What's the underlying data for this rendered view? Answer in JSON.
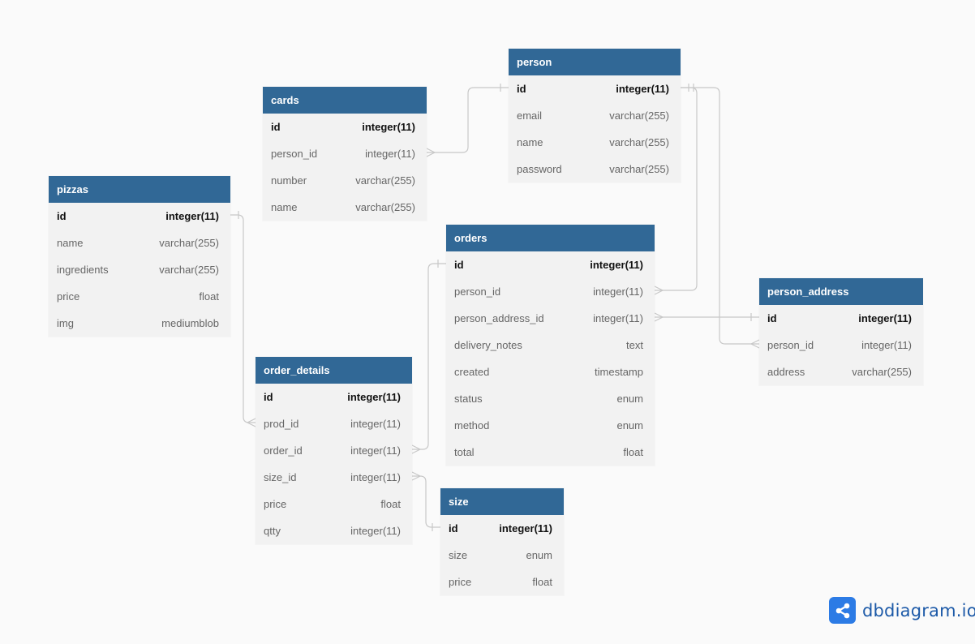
{
  "tables": [
    {
      "name": "person",
      "columns": [
        {
          "name": "id",
          "type": "integer(11)",
          "pk": true
        },
        {
          "name": "email",
          "type": "varchar(255)"
        },
        {
          "name": "name",
          "type": "varchar(255)"
        },
        {
          "name": "password",
          "type": "varchar(255)"
        }
      ]
    },
    {
      "name": "cards",
      "columns": [
        {
          "name": "id",
          "type": "integer(11)",
          "pk": true
        },
        {
          "name": "person_id",
          "type": "integer(11)"
        },
        {
          "name": "number",
          "type": "varchar(255)"
        },
        {
          "name": "name",
          "type": "varchar(255)"
        }
      ]
    },
    {
      "name": "pizzas",
      "columns": [
        {
          "name": "id",
          "type": "integer(11)",
          "pk": true
        },
        {
          "name": "name",
          "type": "varchar(255)"
        },
        {
          "name": "ingredients",
          "type": "varchar(255)"
        },
        {
          "name": "price",
          "type": "float"
        },
        {
          "name": "img",
          "type": "mediumblob"
        }
      ]
    },
    {
      "name": "orders",
      "columns": [
        {
          "name": "id",
          "type": "integer(11)",
          "pk": true
        },
        {
          "name": "person_id",
          "type": "integer(11)"
        },
        {
          "name": "person_address_id",
          "type": "integer(11)"
        },
        {
          "name": "delivery_notes",
          "type": "text"
        },
        {
          "name": "created",
          "type": "timestamp"
        },
        {
          "name": "status",
          "type": "enum"
        },
        {
          "name": "method",
          "type": "enum"
        },
        {
          "name": "total",
          "type": "float"
        }
      ]
    },
    {
      "name": "person_address",
      "columns": [
        {
          "name": "id",
          "type": "integer(11)",
          "pk": true
        },
        {
          "name": "person_id",
          "type": "integer(11)"
        },
        {
          "name": "address",
          "type": "varchar(255)"
        }
      ]
    },
    {
      "name": "order_details",
      "columns": [
        {
          "name": "id",
          "type": "integer(11)",
          "pk": true
        },
        {
          "name": "prod_id",
          "type": "integer(11)"
        },
        {
          "name": "order_id",
          "type": "integer(11)"
        },
        {
          "name": "size_id",
          "type": "integer(11)"
        },
        {
          "name": "price",
          "type": "float"
        },
        {
          "name": "qtty",
          "type": "integer(11)"
        }
      ]
    },
    {
      "name": "size",
      "columns": [
        {
          "name": "id",
          "type": "integer(11)",
          "pk": true
        },
        {
          "name": "size",
          "type": "enum"
        },
        {
          "name": "price",
          "type": "float"
        }
      ]
    }
  ],
  "refs": [
    {
      "from": "cards.person_id",
      "to": "person.id"
    },
    {
      "from": "orders.person_id",
      "to": "person.id"
    },
    {
      "from": "person_address.person_id",
      "to": "person.id"
    },
    {
      "from": "orders.person_address_id",
      "to": "person_address.id"
    },
    {
      "from": "order_details.prod_id",
      "to": "pizzas.id"
    },
    {
      "from": "order_details.order_id",
      "to": "orders.id"
    },
    {
      "from": "order_details.size_id",
      "to": "size.id"
    }
  ],
  "colors": {
    "header": "#316896",
    "body": "#f2f2f2",
    "link": "#c8c8c8",
    "logo": "#2c7be5"
  },
  "logo": {
    "text": "dbdiagram.io",
    "icon": "share-nodes-icon"
  }
}
